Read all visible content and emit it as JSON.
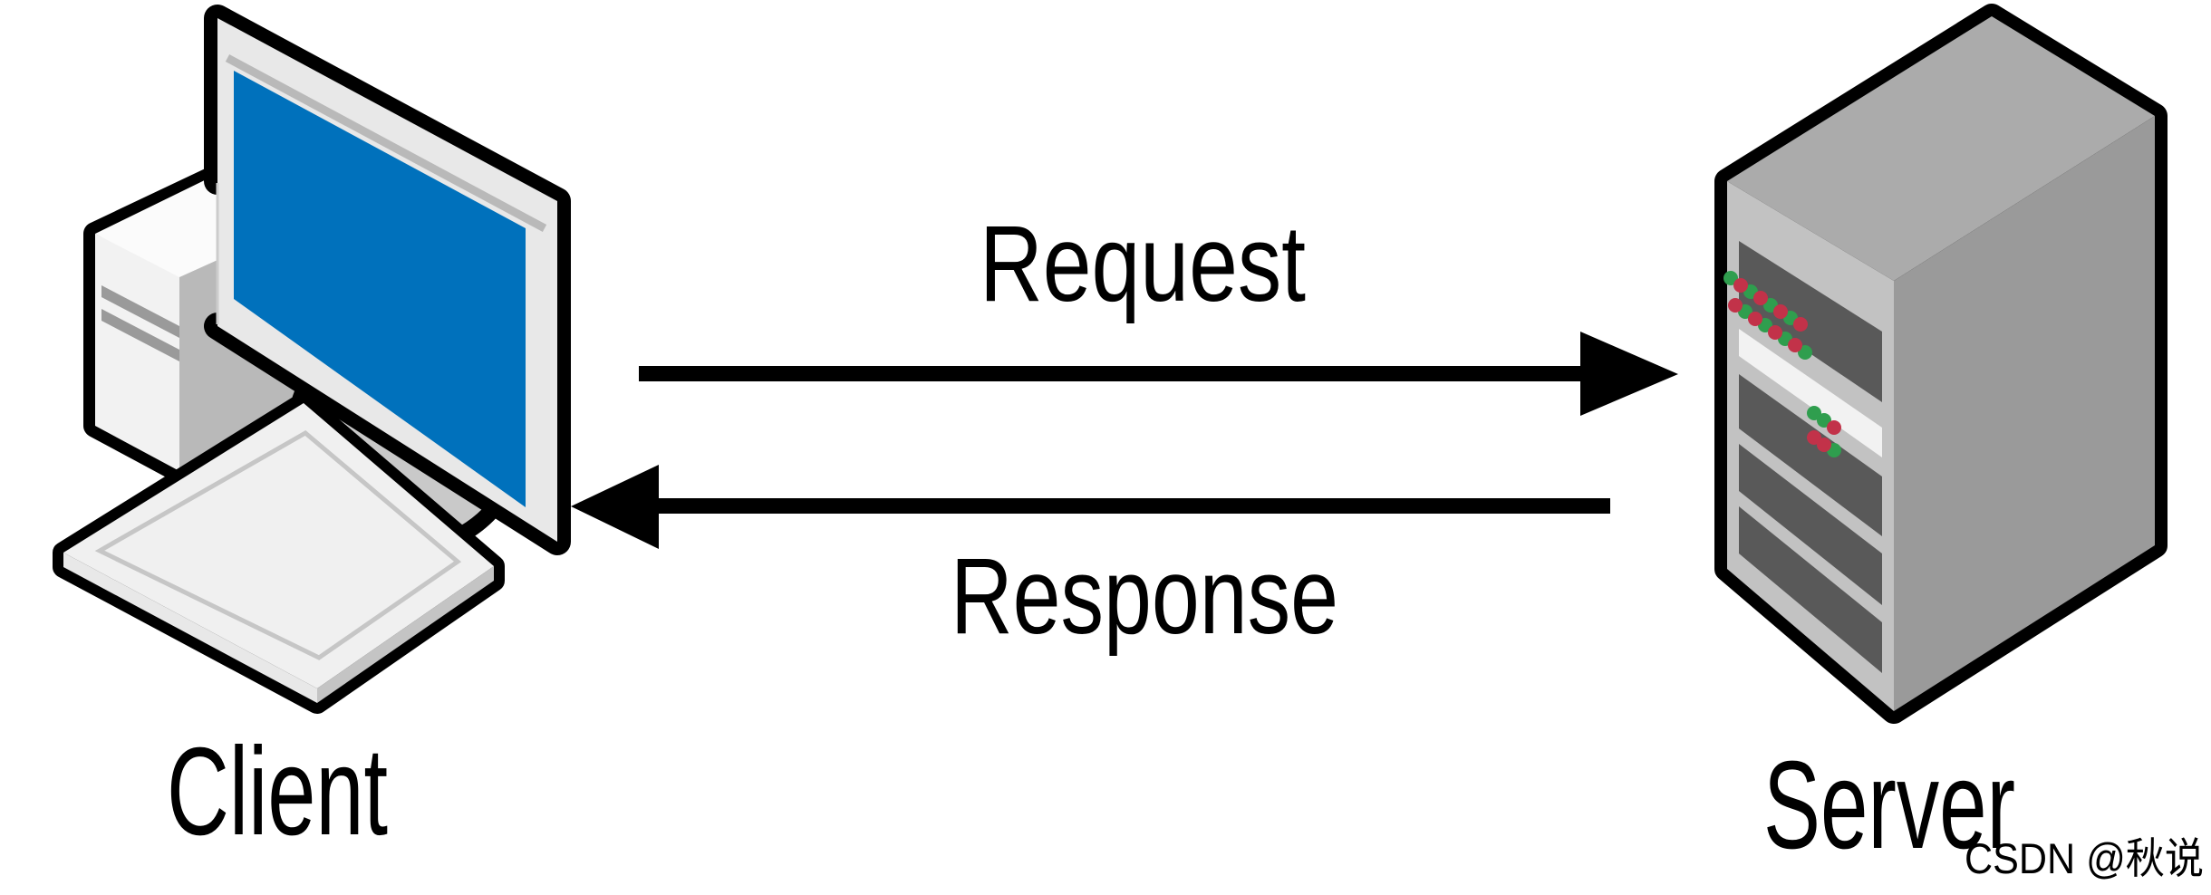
{
  "diagram": {
    "client": {
      "label": "Client"
    },
    "server": {
      "label": "Server"
    },
    "request_arrow": {
      "label": "Request",
      "direction": "left-to-right"
    },
    "response_arrow": {
      "label": "Response",
      "direction": "right-to-left"
    },
    "watermark": {
      "text": "CSDN @秋说"
    },
    "colors": {
      "screen_blue": "#0071BC",
      "outline_black": "#000000",
      "monitor_frame": "#E8E8E8",
      "monitor_bevel": "#B9B9B9",
      "tower_front": "#F2F2F2",
      "tower_side": "#B9B9B9",
      "tower_stripe": "#9A9A9A",
      "stand_gray": "#C9C9C9",
      "keyboard_top": "#F0F0F0",
      "server_top": "#ABABAB",
      "server_front": "#C2C2C2",
      "server_side": "#9A9A9A",
      "slot_gray": "#595959",
      "stripe_white": "#F2F2F2",
      "led_green": "#2F9E4E",
      "led_red": "#C23249",
      "watermark_gray": "#D4D4D4"
    }
  }
}
